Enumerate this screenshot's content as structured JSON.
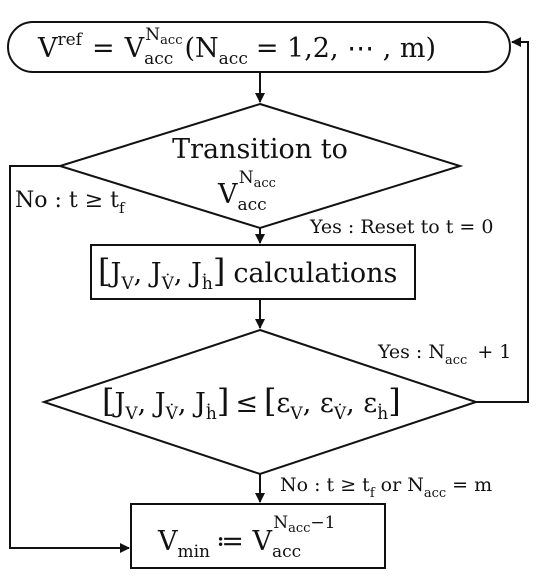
{
  "nodes": {
    "start": {
      "v": "V",
      "ref": "ref",
      "eq": "=",
      "vacc": "V",
      "acc": "acc",
      "nacc_sup": "N",
      "nacc_sup_sub": "acc",
      "paren_open": "(",
      "n": "N",
      "n_sub": "acc",
      "rest": "= 1,2, ⋯ , m)"
    },
    "transition": {
      "line1": "Transition to",
      "v": "V",
      "v_sub": "acc",
      "v_sup": "N",
      "v_sup_sub": "acc"
    },
    "calc": {
      "open": "[",
      "jv": "J",
      "jv_sub": "V",
      "comma1": ", J",
      "jvdot_sub": "V̇",
      "comma2": ", J",
      "jh_sub": "ḣ",
      "close": "]",
      "text": "calculations"
    },
    "check": {
      "open": "[",
      "j1": "J",
      "j1_sub": "V",
      "j2": ", J",
      "j2_sub": "V̇",
      "j3": ", J",
      "j3_sub": "ḣ",
      "close": "]",
      "le": "≤",
      "open2": "[",
      "e1": "ε",
      "e1_sub": "V",
      "e2": ", ε",
      "e2_sub": "V̇",
      "e3": ", ε",
      "e3_sub": "ḣ",
      "close2": "]"
    },
    "end": {
      "v": "V",
      "v_sub": "min",
      "assign": "≔ V",
      "acc": "acc",
      "sup": "N",
      "sup_sub": "acc",
      "sup_rest": "−1"
    }
  },
  "edges": {
    "no_transition": {
      "a": "No : t ≥ t",
      "f": "f"
    },
    "yes_reset": "Yes : Reset to t = 0",
    "yes_nacc": {
      "a": "Yes : N",
      "sub": "acc",
      "b": "+ 1"
    },
    "no_end": {
      "a": "No : t ≥ t",
      "f": "f",
      "b": "or N",
      "sub": "acc",
      "c": "= m"
    }
  }
}
